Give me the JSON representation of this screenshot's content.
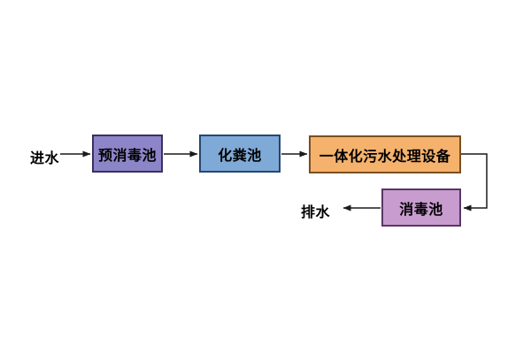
{
  "diagram": {
    "type": "flowchart",
    "background": "#ffffff",
    "connector_color": "#1a1a1a",
    "text_color": "#000000",
    "inlet": {
      "label": "进水"
    },
    "outlet": {
      "label": "排水"
    },
    "nodes": [
      {
        "id": "pre-disinfection-tank",
        "label": "预消毒池",
        "fill": "#8C85C8",
        "border": "#39315E"
      },
      {
        "id": "septic-tank",
        "label": "化粪池",
        "fill": "#7FA9D6",
        "border": "#27466E"
      },
      {
        "id": "integrated-sewage-treatment",
        "label": "一体化污水处理设备",
        "fill": "#F5B26D",
        "border": "#7A4E1F"
      },
      {
        "id": "disinfection-tank",
        "label": "消毒池",
        "fill": "#C89CCF",
        "border": "#5A3566"
      }
    ],
    "edges": [
      {
        "from": "进水",
        "to": "预消毒池"
      },
      {
        "from": "预消毒池",
        "to": "化粪池"
      },
      {
        "from": "化粪池",
        "to": "一体化污水处理设备"
      },
      {
        "from": "一体化污水处理设备",
        "to": "消毒池"
      },
      {
        "from": "消毒池",
        "to": "排水"
      }
    ]
  }
}
